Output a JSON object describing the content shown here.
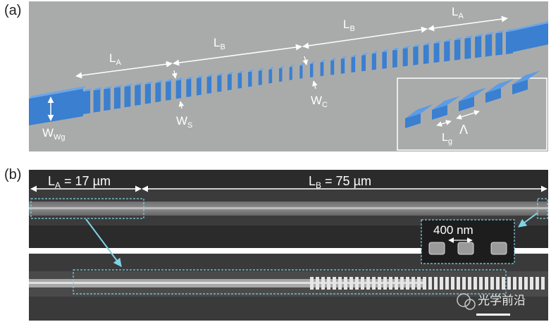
{
  "panel_a": {
    "label": "(a)",
    "dims": {
      "la_left": "L",
      "la_left_sub": "A",
      "lb_left": "L",
      "lb_left_sub": "B",
      "lb_right": "L",
      "lb_right_sub": "B",
      "la_right": "L",
      "la_right_sub": "A",
      "wwg": "W",
      "wwg_sub": "Wg",
      "ws": "W",
      "ws_sub": "S",
      "wc": "W",
      "wc_sub": "C"
    },
    "inset": {
      "lg": "L",
      "lg_sub": "g",
      "period": "Λ"
    },
    "colors": {
      "background": "#a9abaa",
      "waveguide": "#3a7fd0"
    }
  },
  "panel_b": {
    "label": "(b)",
    "la_label": "L",
    "la_sub": "A",
    "la_value": " = 17 µm",
    "lb_label": "L",
    "lb_sub": "B",
    "lb_value": " = 75 µm",
    "inset_label": "400 nm",
    "watermark": "光学前沿",
    "colors": {
      "highlight_box": "#7fd3e6",
      "arrow": "#7fd3e6"
    }
  }
}
